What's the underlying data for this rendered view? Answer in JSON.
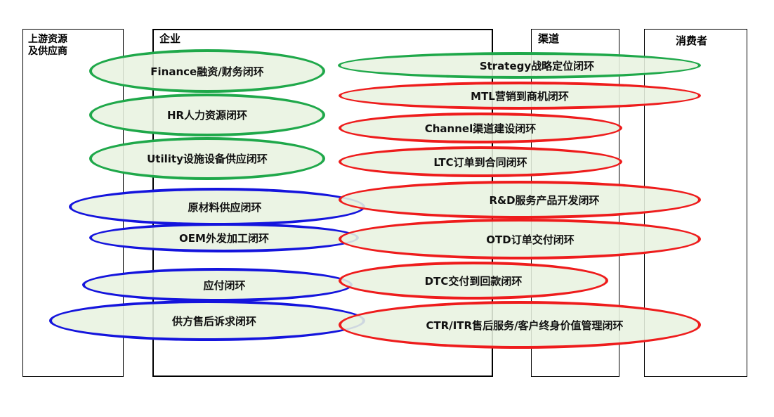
{
  "columns": {
    "upstream": "上游资源\n及供应商",
    "enterprise": "企业",
    "channel": "渠道",
    "consumer": "消费者"
  },
  "loops": {
    "finance": "Finance融资/财务闭环",
    "hr": "HR人力资源闭环",
    "utility": "Utility设施设备供应闭环",
    "raw_material": "原材料供应闭环",
    "oem": "OEM外发加工闭环",
    "payable": "应付闭环",
    "supplier_after_sales": "供方售后诉求闭环",
    "strategy": "Strategy战略定位闭环",
    "mtl": "MTL营销到商机闭环",
    "channel": "Channel渠道建设闭环",
    "ltc": "LTC订单到合同闭环",
    "rd": "R&D服务产品开发闭环",
    "otd": "OTD订单交付闭环",
    "dtc": "DTC交付到回款闭环",
    "ctr_itr": "CTR/ITR售后服务/客户终身价值管理闭环"
  },
  "colors": {
    "green": "#1fa84a",
    "red": "#ee1c1c",
    "blue": "#1414dd",
    "fill": "#e8f2e0"
  }
}
